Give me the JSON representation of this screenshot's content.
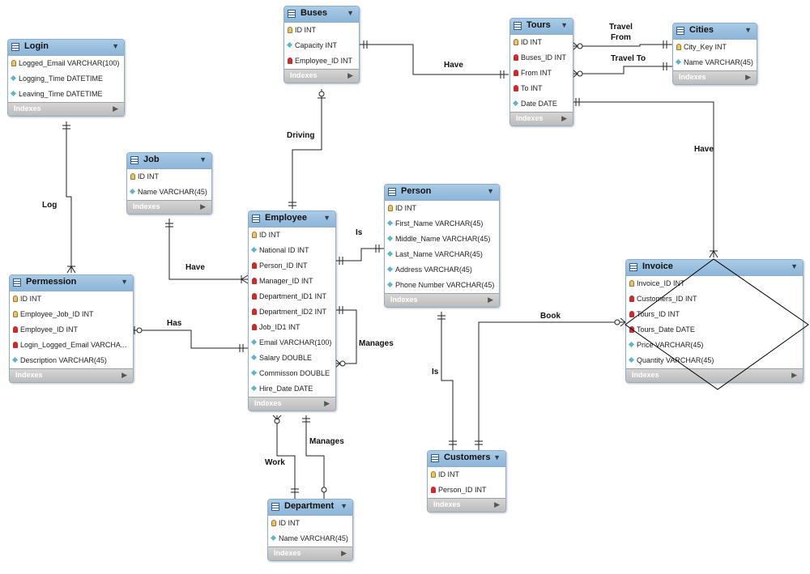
{
  "footer_label": "Indexes",
  "tables": {
    "login": {
      "title": "Login",
      "columns": [
        {
          "name": "Logged_Email VARCHAR(100)",
          "kind": "pk"
        },
        {
          "name": "Logging_Time DATETIME",
          "kind": "col"
        },
        {
          "name": "Leaving_Time DATETIME",
          "kind": "col"
        }
      ]
    },
    "buses": {
      "title": "Buses",
      "columns": [
        {
          "name": "ID INT",
          "kind": "pk"
        },
        {
          "name": "Capacity INT",
          "kind": "col"
        },
        {
          "name": "Employee_ID INT",
          "kind": "fk"
        }
      ]
    },
    "tours": {
      "title": "Tours",
      "columns": [
        {
          "name": "ID INT",
          "kind": "pk"
        },
        {
          "name": "Buses_ID INT",
          "kind": "fk"
        },
        {
          "name": "From INT",
          "kind": "fk"
        },
        {
          "name": "To INT",
          "kind": "fk"
        },
        {
          "name": "Date DATE",
          "kind": "col"
        }
      ]
    },
    "cities": {
      "title": "Cities",
      "columns": [
        {
          "name": "City_Key INT",
          "kind": "pk"
        },
        {
          "name": "Name VARCHAR(45)",
          "kind": "col"
        }
      ]
    },
    "job": {
      "title": "Job",
      "columns": [
        {
          "name": "ID INT",
          "kind": "pk"
        },
        {
          "name": "Name VARCHAR(45)",
          "kind": "col"
        }
      ]
    },
    "employee": {
      "title": "Employee",
      "columns": [
        {
          "name": "ID INT",
          "kind": "pk"
        },
        {
          "name": "National ID INT",
          "kind": "col"
        },
        {
          "name": "Person_ID INT",
          "kind": "fk"
        },
        {
          "name": "Manager_ID INT",
          "kind": "fk"
        },
        {
          "name": "Department_ID1 INT",
          "kind": "fk"
        },
        {
          "name": "Department_ID2 INT",
          "kind": "fk"
        },
        {
          "name": "Job_ID1 INT",
          "kind": "fk"
        },
        {
          "name": "Email VARCHAR(100)",
          "kind": "col"
        },
        {
          "name": "Salary DOUBLE",
          "kind": "col"
        },
        {
          "name": "Commisson DOUBLE",
          "kind": "col"
        },
        {
          "name": "Hire_Date DATE",
          "kind": "col"
        }
      ]
    },
    "person": {
      "title": "Person",
      "columns": [
        {
          "name": "ID INT",
          "kind": "pk"
        },
        {
          "name": "First_Name VARCHAR(45)",
          "kind": "col"
        },
        {
          "name": "Middle_Name VARCHAR(45)",
          "kind": "col"
        },
        {
          "name": "Last_Name VARCHAR(45)",
          "kind": "col"
        },
        {
          "name": "Address VARCHAR(45)",
          "kind": "col"
        },
        {
          "name": "Phone Number VARCHAR(45)",
          "kind": "col"
        }
      ]
    },
    "permession": {
      "title": "Permession",
      "columns": [
        {
          "name": "ID INT",
          "kind": "pk"
        },
        {
          "name": "Employee_Job_ID INT",
          "kind": "pk"
        },
        {
          "name": "Employee_ID INT",
          "kind": "fk"
        },
        {
          "name": "Login_Logged_Email VARCHA...",
          "kind": "fk"
        },
        {
          "name": "Description VARCHAR(45)",
          "kind": "col"
        }
      ]
    },
    "invoice": {
      "title": "Invoice",
      "columns": [
        {
          "name": "Invoice_ID INT",
          "kind": "pk"
        },
        {
          "name": "Customers_ID INT",
          "kind": "fk"
        },
        {
          "name": "Tours_ID INT",
          "kind": "fk"
        },
        {
          "name": "Tours_Date DATE",
          "kind": "fk"
        },
        {
          "name": "Price VARCHAR(45)",
          "kind": "col"
        },
        {
          "name": "Quantity VARCHAR(45)",
          "kind": "col"
        }
      ]
    },
    "customers": {
      "title": "Customers",
      "columns": [
        {
          "name": "ID INT",
          "kind": "pk"
        },
        {
          "name": "Person_ID INT",
          "kind": "fk"
        }
      ]
    },
    "department": {
      "title": "Department",
      "columns": [
        {
          "name": "ID INT",
          "kind": "pk"
        },
        {
          "name": "Name VARCHAR(45)",
          "kind": "col"
        }
      ]
    }
  },
  "relationships": {
    "log": "Log",
    "driving": "Driving",
    "have_buses_tours": "Have",
    "travel_from": "Travel\nFrom",
    "travel_to": "Travel To",
    "have_tours_invoice": "Have",
    "have_job_employee": "Have",
    "is_employee_person": "Is",
    "has_permession_employee": "Has",
    "manages_self": "Manages",
    "book": "Book",
    "is_person_customers": "Is",
    "work": "Work",
    "manages_department": "Manages"
  }
}
